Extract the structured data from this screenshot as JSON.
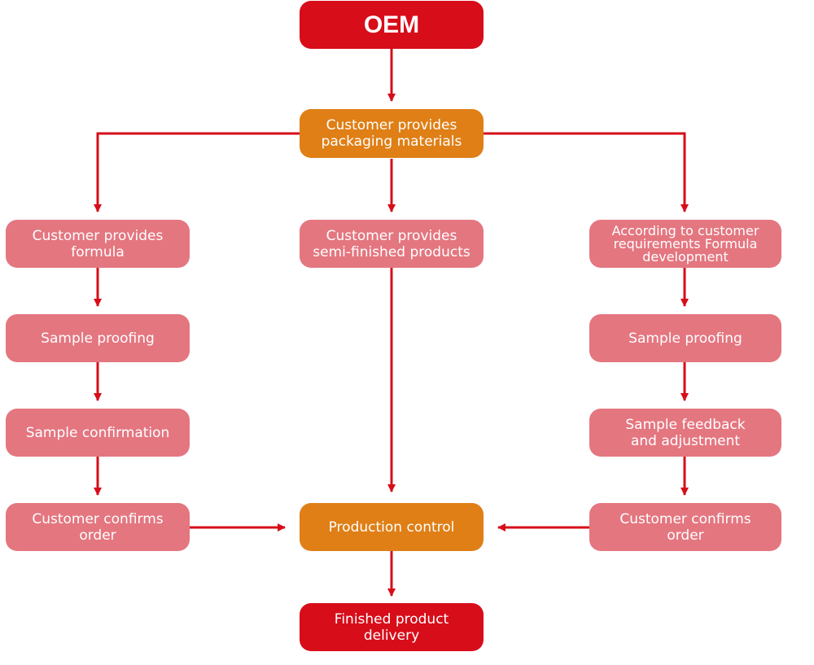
{
  "colors": {
    "arrow": "#d70d1a",
    "terminal": "#d70d1a",
    "hub": "#df7f16",
    "step": "#e47680",
    "text": "#ffffff"
  },
  "nodes": {
    "oem": "OEM",
    "packaging": "Customer provides\npackaging materials",
    "left": {
      "formula": "Customer provides\nformula",
      "proofing": "Sample proofing",
      "confirmation": "Sample confirmation",
      "order": "Customer confirms\norder"
    },
    "center": {
      "semi": "Customer provides\nsemi-finished products",
      "production": "Production control",
      "delivery": "Finished product\ndelivery"
    },
    "right": {
      "development": "According to customer\nrequirements Formula\ndevelopment",
      "proofing": "Sample proofing",
      "feedback": "Sample feedback\nand adjustment",
      "order": "Customer confirms\norder"
    }
  }
}
